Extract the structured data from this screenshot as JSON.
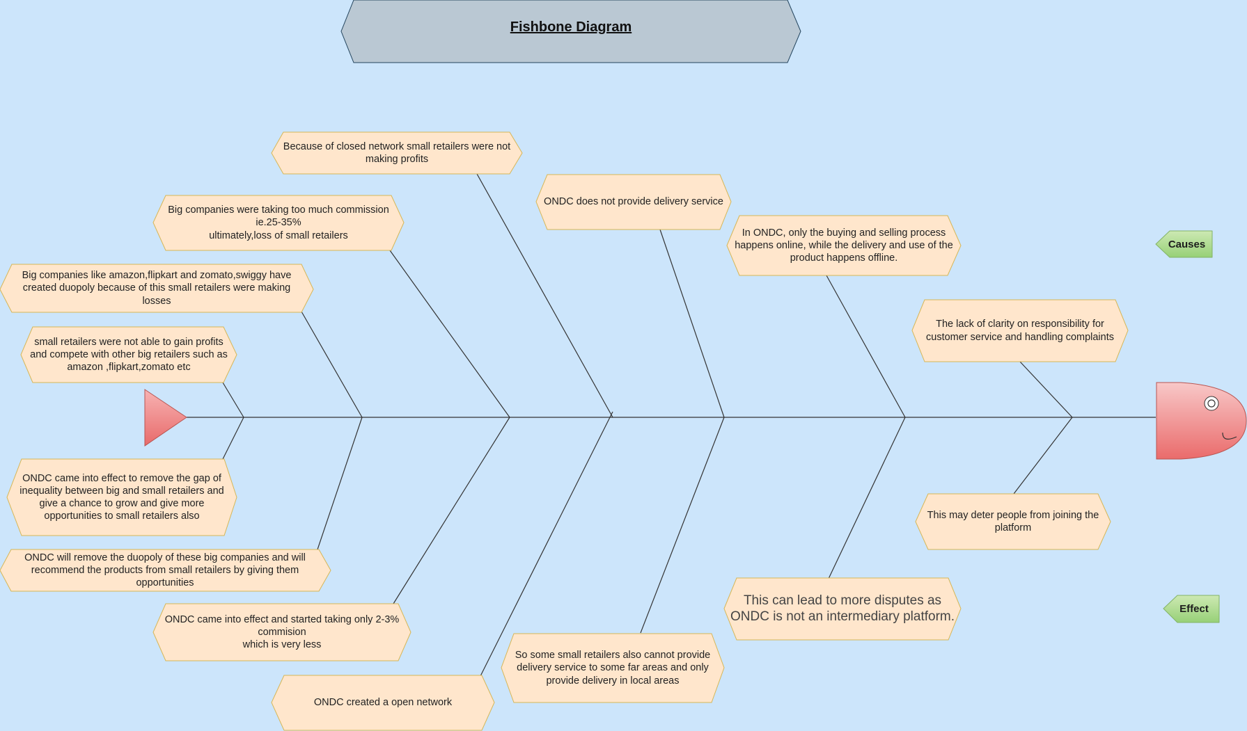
{
  "title": "Fishbone Diagram",
  "legend": {
    "causes": "Causes",
    "effect": "Effect"
  },
  "causes_top": [
    "small retailers were not able to gain profits\nand compete with other big retailers such as\namazon ,flipkart,zomato etc",
    "Big companies like amazon,flipkart and zomato,swiggy have\ncreated duopoly  because of this small retailers were making\nlosses",
    "Big companies were taking too much commission\nie.25-35%\nultimately,loss of small retailers",
    "Because of closed network small retailers were not\nmaking profits",
    "ONDC does not provide delivery service",
    "In ONDC, only the buying and selling process\nhappens online, while the delivery and use of the\nproduct happens offline.",
    "The lack of clarity on responsibility for\ncustomer service and handling complaints"
  ],
  "causes_bottom": [
    "ONDC came into effect to remove the gap of\ninequality between big and small retailers and\ngive a chance to grow and give more\nopportunities to small retailers also",
    "ONDC will remove the duopoly of these big companies and will\nrecommend the products from small retailers by giving them\nopportunities",
    "ONDC came into effect and started taking only 2-3%\ncommision\nwhich is very less",
    "ONDC created a open network",
    "So some small retailers  also cannot  provide\ndelivery service to some far areas and only\nprovide delivery in local areas",
    "This can lead to more disputes as\nONDC is not an intermediary platform.",
    "This may deter people from joining the\nplatform"
  ],
  "colors": {
    "background": "#cce5fb",
    "cause_fill": "#ffe6cc",
    "cause_stroke": "#d6b656",
    "title_fill": "#bac8d3",
    "title_stroke": "#23445d",
    "tag_fill": "#b5dc96",
    "tag_stroke": "#82b366",
    "fish_fill": "#f4a5a5",
    "bone": "#333333"
  },
  "icons": {
    "tail": "triangle-tail-icon",
    "head": "fish-head-icon",
    "eye": "fish-eye-icon"
  }
}
